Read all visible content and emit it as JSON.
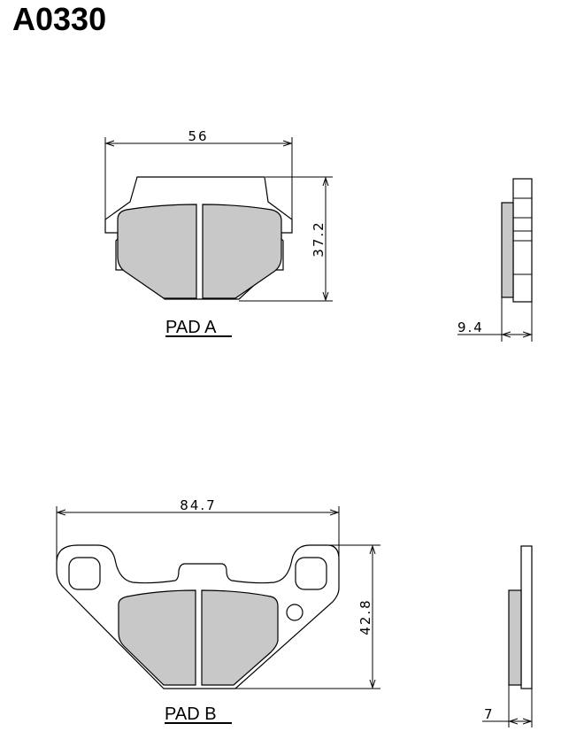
{
  "title": "A0330",
  "pad_a": {
    "label": "PAD  A",
    "width": "56",
    "height": "37.2",
    "thickness": "9.4"
  },
  "pad_b": {
    "label": "PAD  B",
    "width": "84.7",
    "height": "42.8",
    "thickness": "7"
  },
  "colors": {
    "friction_material": "#c8c8c8",
    "backing_plate": "#ffffff",
    "line": "#000000"
  }
}
